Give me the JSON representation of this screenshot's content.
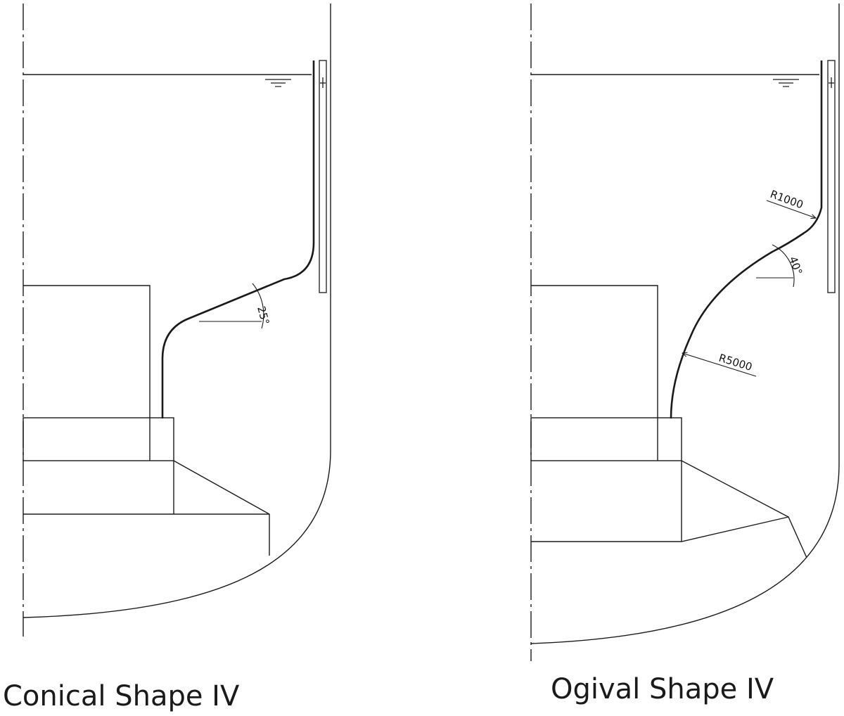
{
  "panels": [
    {
      "caption": "Conical Shape IV",
      "angle_label": "25°"
    },
    {
      "caption": "Ogival Shape IV",
      "angle_label": "40°",
      "radius_upper_label": "R1000",
      "radius_lower_label": "R5000"
    }
  ],
  "colors": {
    "line": "#1a1a1a",
    "background": "#ffffff"
  }
}
